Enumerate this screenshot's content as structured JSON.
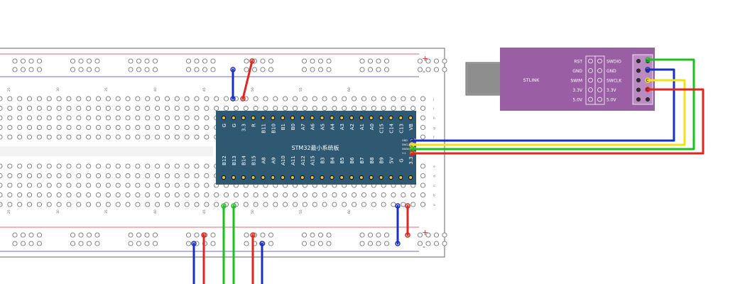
{
  "breadboard": {
    "rail_plus": "+",
    "rail_minus": "-",
    "column_numbers": [
      "25",
      "30",
      "35",
      "40",
      "45",
      "50",
      "55",
      "60"
    ]
  },
  "mcu_board": {
    "title": "STM32最小系统板",
    "top_pins": [
      "G",
      "G",
      "3.3",
      "R",
      "B11",
      "B10",
      "B1",
      "B0",
      "A7",
      "A6",
      "A5",
      "A4",
      "A3",
      "A2",
      "A1",
      "A0",
      "C15",
      "C14",
      "C13",
      "VB"
    ],
    "bottom_pins": [
      "B12",
      "B13",
      "B14",
      "B15",
      "A8",
      "A9",
      "A10",
      "A11",
      "A12",
      "A15",
      "B3",
      "B4",
      "B5",
      "B6",
      "B7",
      "B8",
      "B9",
      "5V",
      "G",
      "3.3"
    ],
    "swd_pins": [
      "GND",
      "SWCLK",
      "SWDIO",
      "3.3"
    ],
    "color": "#2f5972"
  },
  "stlink": {
    "label": "STLINK",
    "left_labels": [
      "RST",
      "GND",
      "SWIM",
      "3.3V",
      "5.0V"
    ],
    "right_labels": [
      "SWDIO",
      "GND",
      "SWCLK",
      "3.3V",
      "5.0V"
    ],
    "body_color": "#9a5ea5"
  },
  "wires": {
    "green": "#19c21d",
    "blue": "#1a2fc4",
    "yellow": "#f2e21a",
    "red": "#e0261f"
  }
}
